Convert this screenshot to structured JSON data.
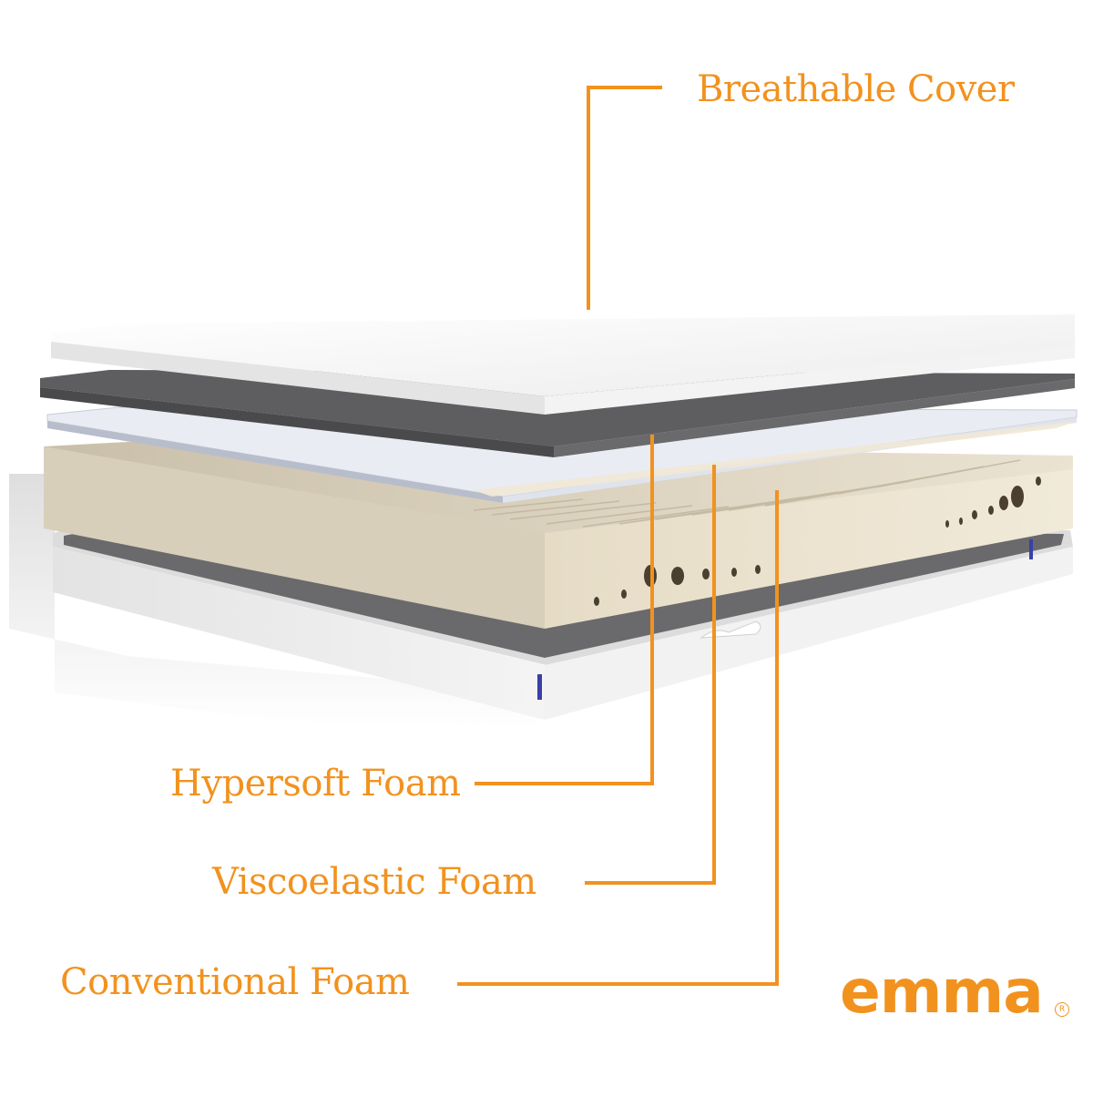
{
  "diagram": {
    "layers": [
      {
        "id": "cover",
        "label": "Breathable Cover"
      },
      {
        "id": "hypersoft",
        "label": "Hypersoft Foam"
      },
      {
        "id": "visco",
        "label": "Viscoelastic Foam"
      },
      {
        "id": "conventional",
        "label": "Conventional Foam"
      }
    ]
  },
  "brand": {
    "name": "emma",
    "registered": "R"
  },
  "colors": {
    "accent": "#F2921E",
    "cover": "#F7F7F7",
    "hypersoft": "#5E5E60",
    "visco": "#E9ECF3",
    "foam": "#D9D0BE",
    "base": "#EFEFEF",
    "base_tab": "#3A3FA8"
  }
}
